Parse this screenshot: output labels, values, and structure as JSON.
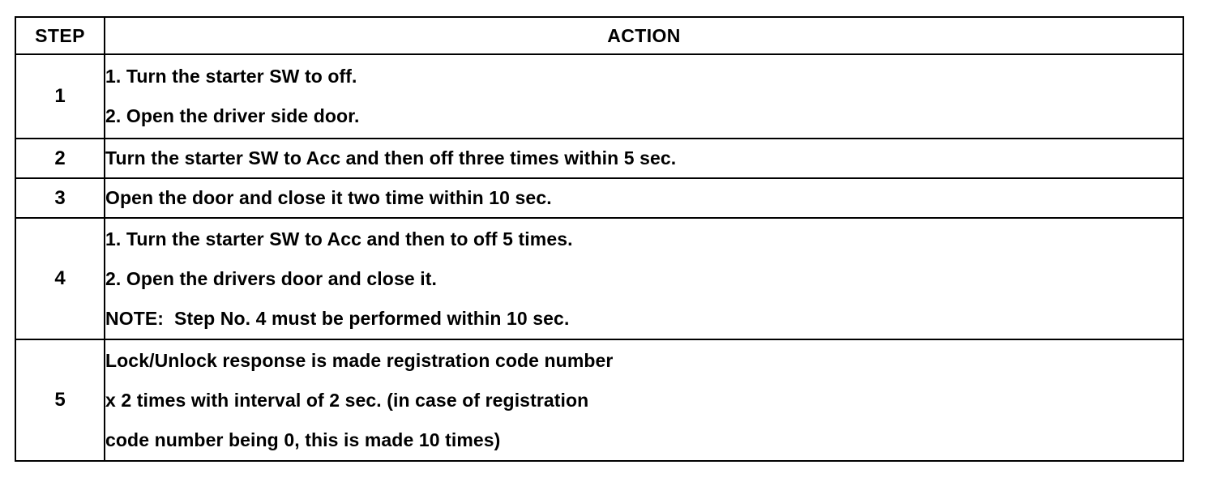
{
  "table": {
    "headers": {
      "step": "STEP",
      "action": "ACTION"
    },
    "rows": [
      {
        "step": "1",
        "lines": [
          "1. Turn the starter SW to off.",
          "2. Open the driver side door."
        ]
      },
      {
        "step": "2",
        "lines": [
          "Turn the starter SW to Acc and then off three times within 5 sec."
        ]
      },
      {
        "step": "3",
        "lines": [
          "Open the door and close it two time within 10 sec."
        ]
      },
      {
        "step": "4",
        "lines": [
          "1. Turn the starter SW to Acc and then to off 5 times.",
          "2. Open the drivers door and close it.",
          "NOTE:  Step No. 4 must be performed within 10 sec."
        ]
      },
      {
        "step": "5",
        "lines": [
          "Lock/Unlock response is made registration code number",
          "x 2 times with interval of 2 sec. (in case of registration",
          "code number being 0, this is made 10 times)"
        ]
      }
    ]
  },
  "colors": {
    "border": "#000000",
    "text": "#000000",
    "background": "#ffffff"
  }
}
